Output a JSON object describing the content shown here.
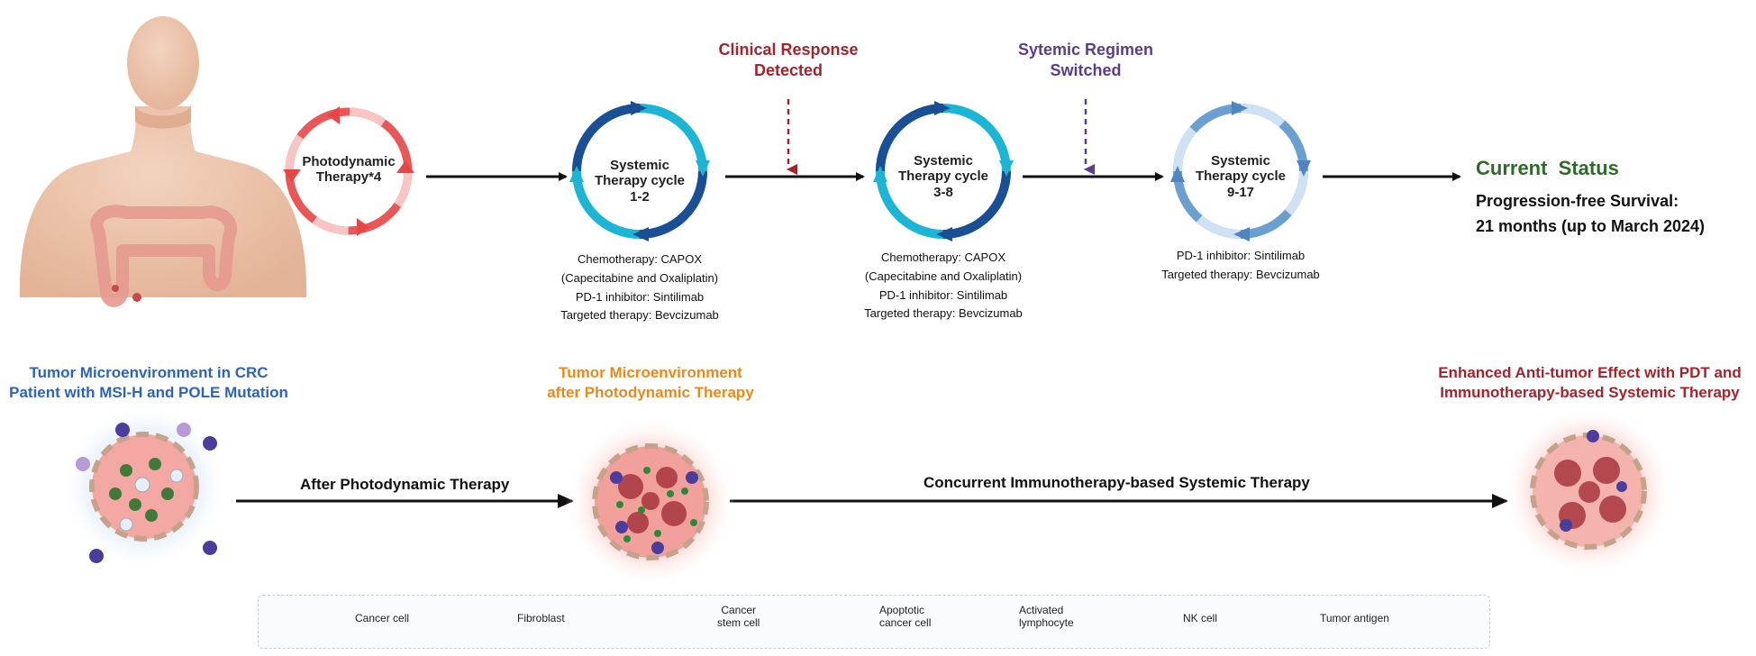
{
  "timeline": {
    "pdt": {
      "label": "Photodynamic Therapy*4"
    },
    "cycles": [
      {
        "label": "Systemic Therapy cycle 1-2",
        "notes": [
          "Chemotherapy: CAPOX",
          "(Capecitabine and Oxaliplatin)",
          "PD-1 inhibitor: Sintilimab",
          "Targeted therapy: Bevcizumab"
        ]
      },
      {
        "label": "Systemic Therapy cycle 3-8",
        "notes": [
          "Chemotherapy: CAPOX",
          "(Capecitabine and Oxaliplatin)",
          "PD-1 inhibitor: Sintilimab",
          "Targeted therapy: Bevcizumab"
        ]
      },
      {
        "label": "Systemic Therapy cycle 9-17",
        "notes": [
          "PD-1 inhibitor: Sintilimab",
          "Targeted therapy: Bevcizumab"
        ]
      }
    ],
    "events": {
      "clinical_response": {
        "line1": "Clinical Response",
        "line2": "Detected"
      },
      "regimen_switched": {
        "line1": "Sytemic Regimen",
        "line2": "Switched"
      }
    },
    "status": {
      "title": "Current  Status",
      "line1": "Progression-free Survival:",
      "line2": "21 months (up to March 2024)"
    }
  },
  "microenvironment": {
    "left_title": {
      "line1": "Tumor Microenvironment in CRC",
      "line2": "Patient with MSI-H and POLE Mutation"
    },
    "mid_title": {
      "line1": "Tumor Microenvironment",
      "line2": "after Photodynamic Therapy"
    },
    "right_title": {
      "line1": "Enhanced Anti-tumor Effect with PDT and",
      "line2": "Immunotherapy-based Systemic Therapy"
    },
    "arrow1_label": "After Photodynamic Therapy",
    "arrow2_label": "Concurrent Immunotherapy-based Systemic Therapy"
  },
  "legend": {
    "cancer_cell": "Cancer cell",
    "fibroblast": "Fibroblast",
    "stem_cell": {
      "line1": "Cancer",
      "line2": "stem cell"
    },
    "apoptotic": {
      "line1": "Apoptotic",
      "line2": "cancer cell"
    },
    "lymphocyte": {
      "line1": "Activated",
      "line2": "lymphocyte"
    },
    "nk_cell": "NK cell",
    "antigen": "Tumor antigen"
  },
  "colors": {
    "blue_title": "#2e63b8",
    "orange_title": "#e8891d",
    "red_title": "#a3242c",
    "purple_title": "#5a3d8c",
    "green_status": "#2e6b2a"
  }
}
